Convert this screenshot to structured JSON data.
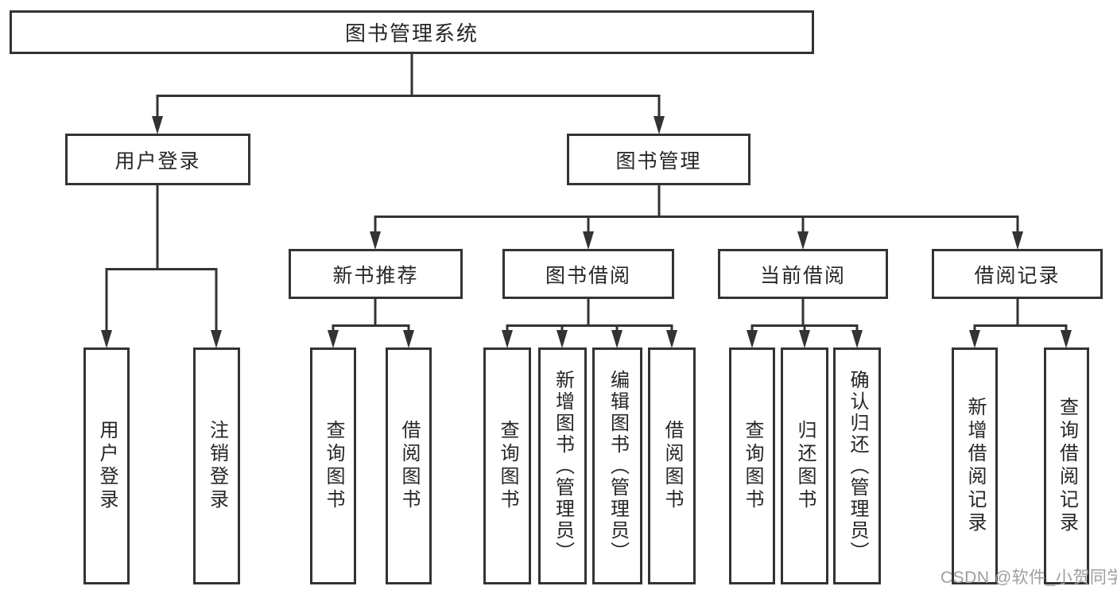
{
  "diagram_type": "hierarchy-tree",
  "tree": {
    "root": {
      "label": "图书管理系统"
    },
    "branches": [
      {
        "label": "用户登录",
        "children": [
          {
            "label": "用户登录"
          },
          {
            "label": "注销登录"
          }
        ]
      },
      {
        "label": "图书管理",
        "groups": [
          {
            "label": "新书推荐",
            "children": [
              {
                "label": "查询图书"
              },
              {
                "label": "借阅图书"
              }
            ]
          },
          {
            "label": "图书借阅",
            "children": [
              {
                "label": "查询图书"
              },
              {
                "label": "新增图书（管理员）"
              },
              {
                "label": "编辑图书（管理员）"
              },
              {
                "label": "借阅图书"
              }
            ]
          },
          {
            "label": "当前借阅",
            "children": [
              {
                "label": "查询图书"
              },
              {
                "label": "归还图书"
              },
              {
                "label": "确认归还（管理员）"
              }
            ]
          },
          {
            "label": "借阅记录",
            "children": [
              {
                "label": "新增借阅记录"
              },
              {
                "label": "查询借阅记录"
              }
            ]
          }
        ]
      }
    ]
  },
  "watermark": "CSDN @软件_小贺同学",
  "colors": {
    "line": "#333333",
    "text": "#262626",
    "background": "#ffffff",
    "watermark": "#9e9e9e"
  }
}
